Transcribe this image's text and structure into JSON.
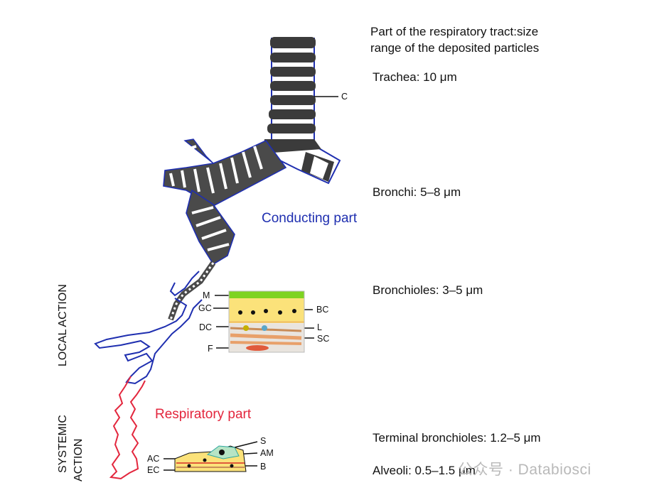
{
  "header": {
    "line1": "Part of the respiratory tract:size",
    "line2": "range of the deposited particles"
  },
  "deposition": {
    "trachea": "Trachea: 10 μm",
    "bronchi": "Bronchi: 5–8 μm",
    "bronchioles": "Bronchioles: 3–5 μm",
    "terminal": "Terminal bronchioles: 1.2–5 μm",
    "alveoli": "Alveoli: 0.5–1.5 μm"
  },
  "regions": {
    "conducting": "Conducting part",
    "respiratory": "Respiratory part",
    "local": "LOCAL ACTION",
    "systemic_1": "SYSTEMIC",
    "systemic_2": "ACTION"
  },
  "labels": {
    "C": "C",
    "M": "M",
    "GC": "GC",
    "DC": "DC",
    "F": "F",
    "BC": "BC",
    "L": "L",
    "SC": "SC",
    "S": "S",
    "AM": "AM",
    "AC": "AC",
    "EC": "EC",
    "B": "B"
  },
  "watermark": "公众号 · Databiosci",
  "colors": {
    "conducting": "#1f2fb0",
    "respiratory": "#e3263d",
    "cartilage": "#333333"
  }
}
